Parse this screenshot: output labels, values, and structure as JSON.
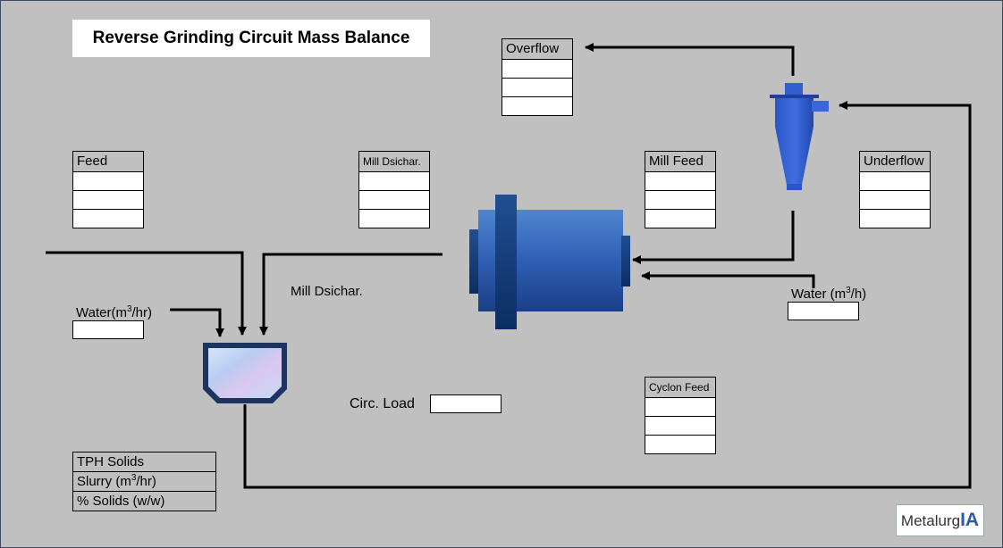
{
  "title": "Reverse Grinding Circuit Mass Balance",
  "streams": {
    "overflow": "Overflow",
    "feed": "Feed",
    "mill_discharge_box": "Mill Dsichar.",
    "mill_feed": "Mill Feed",
    "underflow": "Underflow",
    "cyclone_feed": "Cyclon Feed"
  },
  "labels": {
    "water_left_prefix": "Water(m",
    "water_left_exp": "3",
    "water_left_suffix": "/hr)",
    "water_right_prefix": "Water (m",
    "water_right_exp": "3",
    "water_right_suffix": "/h)",
    "mill_discharge_line": "Mill Dsichar.",
    "circ_load": "Circ. Load"
  },
  "legend": {
    "tph_solids": "TPH Solids",
    "slurry_prefix": "Slurry (m",
    "slurry_exp": "3",
    "slurry_suffix": "/hr)",
    "pct_solids": "% Solids (w/w)"
  },
  "logo": {
    "text": "Metalurg",
    "accent": "IA"
  },
  "colors": {
    "background": "#c0c0c0",
    "equipment_blue": "#2f5fb5",
    "equipment_dark": "#0f3a78"
  }
}
